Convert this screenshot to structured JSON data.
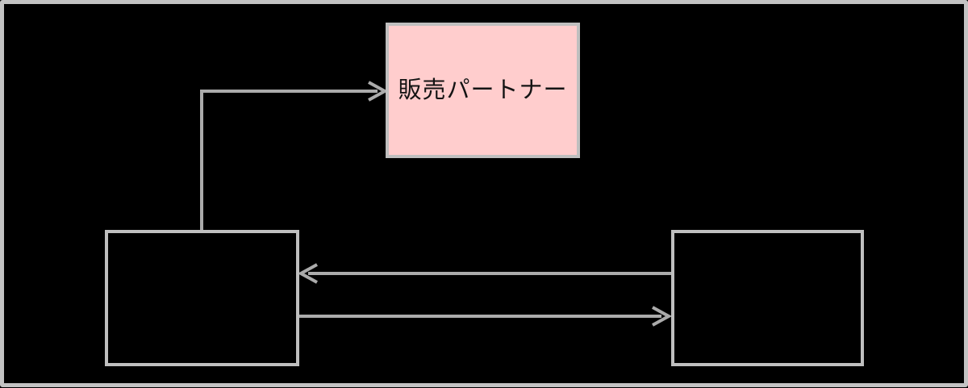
{
  "colors": {
    "background": "#000000",
    "frame": "#C3C3C3",
    "box_border": "#BFBFBF",
    "arrow": "#ABABAB",
    "partner_fill": "#FFCDCD",
    "partner_text": "#141414"
  },
  "nodes": {
    "partner": {
      "label": "販売パートナー"
    },
    "left_box": {
      "label": ""
    },
    "right_box": {
      "label": ""
    }
  },
  "connectors": [
    {
      "id": "left-box-to-partner",
      "from": "left_box",
      "to": "partner",
      "style": "elbow",
      "arrowhead": "open-chevron"
    },
    {
      "id": "right-box-to-left-box",
      "from": "right_box",
      "to": "left_box",
      "style": "straight",
      "arrowhead": "open-chevron"
    },
    {
      "id": "left-box-to-right-box",
      "from": "left_box",
      "to": "right_box",
      "style": "straight",
      "arrowhead": "open-chevron"
    }
  ]
}
